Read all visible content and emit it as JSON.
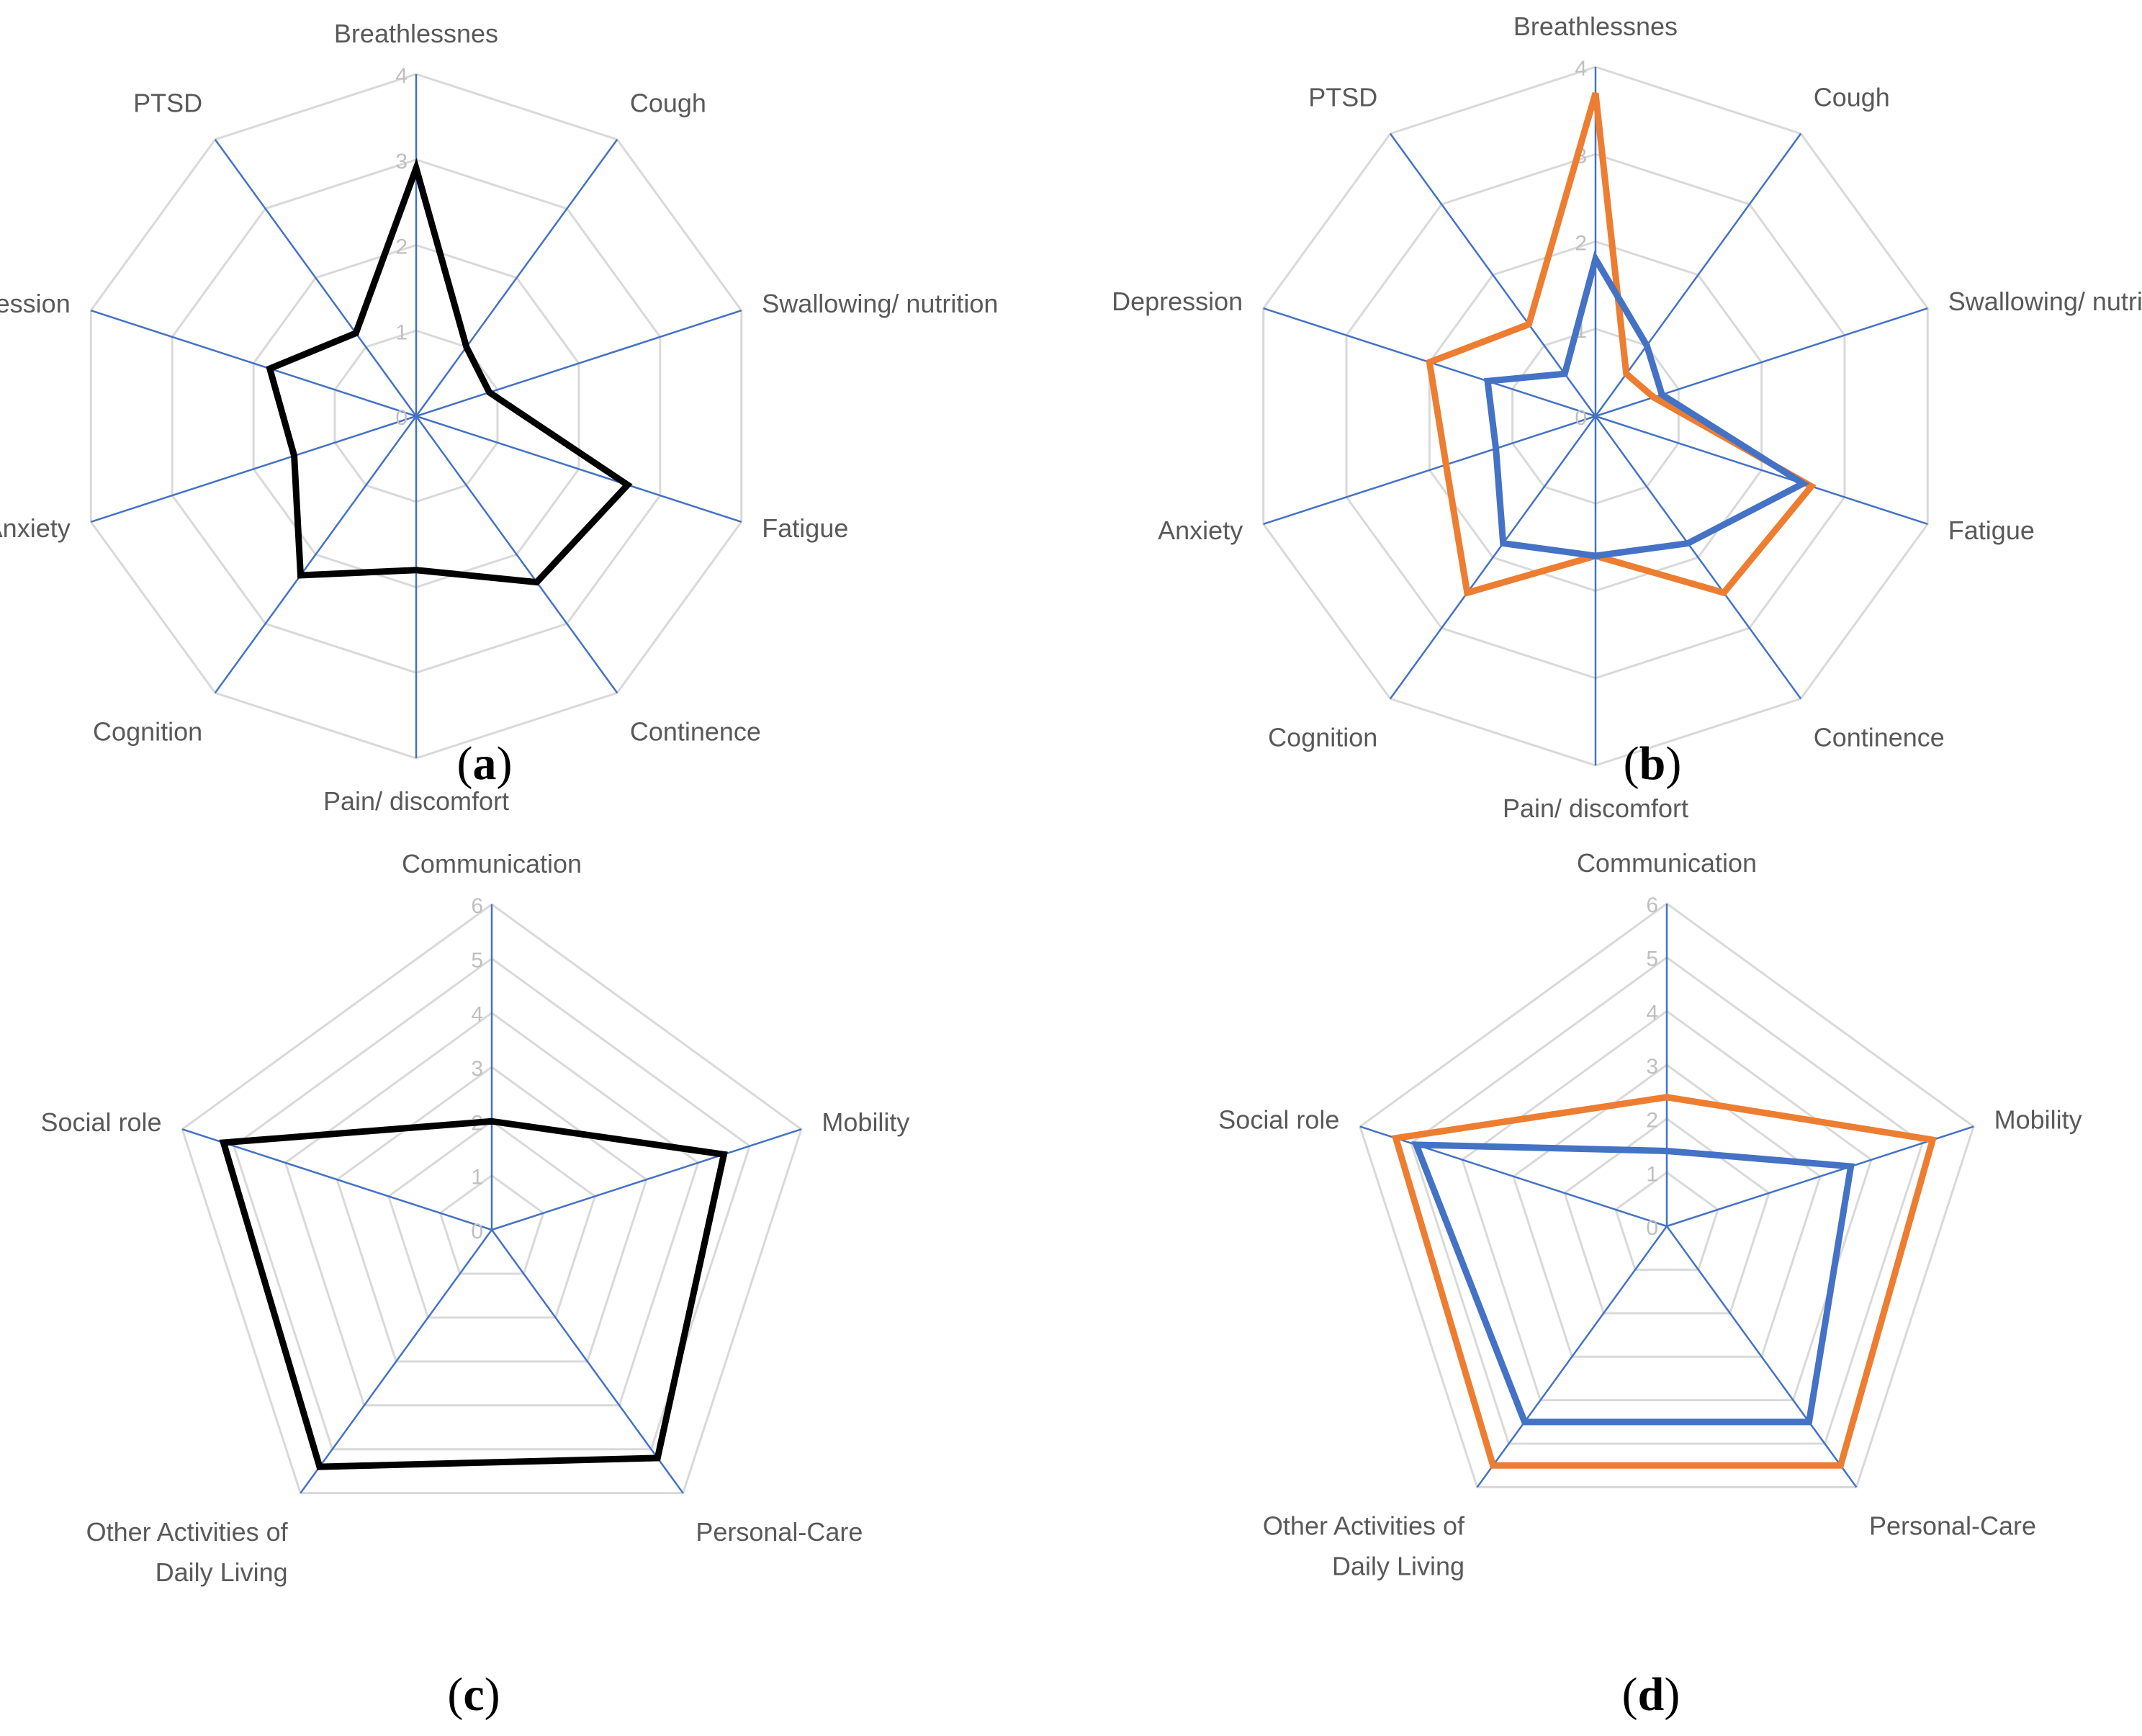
{
  "colors": {
    "grid": "#d9d9d9",
    "spoke": "#4472c4",
    "tick": "#bfbfbf",
    "label": "#595959",
    "black": "#000000",
    "blue": "#4472c4",
    "orange": "#ed7d31"
  },
  "chart_data": [
    {
      "type": "radar",
      "caption_letter": "a",
      "axes": [
        "Breathlessnes",
        "Cough",
        "Swallowing/ nutrition",
        "Fatigue",
        "Continence",
        "Pain/ discomfort",
        "Cognition",
        "Anxiety",
        "Depression",
        "PTSD"
      ],
      "ticks": [
        "0",
        "1",
        "2",
        "3",
        "4"
      ],
      "range": [
        0,
        4
      ],
      "series": [
        {
          "color": "black",
          "values": [
            2.9,
            1.0,
            0.9,
            2.6,
            2.4,
            1.8,
            2.3,
            1.5,
            1.8,
            1.2
          ]
        }
      ]
    },
    {
      "type": "radar",
      "caption_letter": "b",
      "axes": [
        "Breathlessnes",
        "Cough",
        "Swallowing/ nutrition",
        "Fatigue",
        "Continence",
        "Pain/ discomfort",
        "Cognition",
        "Anxiety",
        "Depression",
        "PTSD"
      ],
      "ticks": [
        "0",
        "1",
        "2",
        "3",
        "4"
      ],
      "range": [
        0,
        4
      ],
      "series": [
        {
          "color": "orange",
          "values": [
            3.7,
            0.6,
            0.7,
            2.6,
            2.5,
            1.6,
            2.5,
            1.8,
            2.0,
            1.3
          ]
        },
        {
          "color": "blue",
          "values": [
            1.8,
            1.0,
            0.8,
            2.5,
            1.8,
            1.6,
            1.8,
            1.2,
            1.3,
            0.6
          ]
        }
      ]
    },
    {
      "type": "radar",
      "caption_letter": "c",
      "axes": [
        "Communication",
        "Mobility",
        "Personal-Care",
        "Other Activities of Daily Living",
        "Social role"
      ],
      "axis_label_lines": [
        [
          "Communication"
        ],
        [
          "Mobility"
        ],
        [
          "Personal-Care"
        ],
        [
          "Other Activities of",
          "Daily Living"
        ],
        [
          "Social role"
        ]
      ],
      "ticks": [
        "0",
        "1",
        "2",
        "3",
        "4",
        "5",
        "6"
      ],
      "range": [
        0,
        6
      ],
      "series": [
        {
          "color": "black",
          "values": [
            2.0,
            4.5,
            5.2,
            5.4,
            5.2
          ]
        }
      ]
    },
    {
      "type": "radar",
      "caption_letter": "d",
      "axes": [
        "Communication",
        "Mobility",
        "Personal-Care",
        "Other Activities of Daily Living",
        "Social role"
      ],
      "axis_label_lines": [
        [
          "Communication"
        ],
        [
          "Mobility"
        ],
        [
          "Personal-Care"
        ],
        [
          "Other Activities of",
          "Daily Living"
        ],
        [
          "Social role"
        ]
      ],
      "ticks": [
        "0",
        "1",
        "2",
        "3",
        "4",
        "5",
        "6"
      ],
      "range": [
        0,
        6
      ],
      "series": [
        {
          "color": "orange",
          "values": [
            2.4,
            5.2,
            5.5,
            5.5,
            5.3
          ]
        },
        {
          "color": "blue",
          "values": [
            1.4,
            3.6,
            4.5,
            4.5,
            4.9
          ]
        }
      ]
    }
  ]
}
